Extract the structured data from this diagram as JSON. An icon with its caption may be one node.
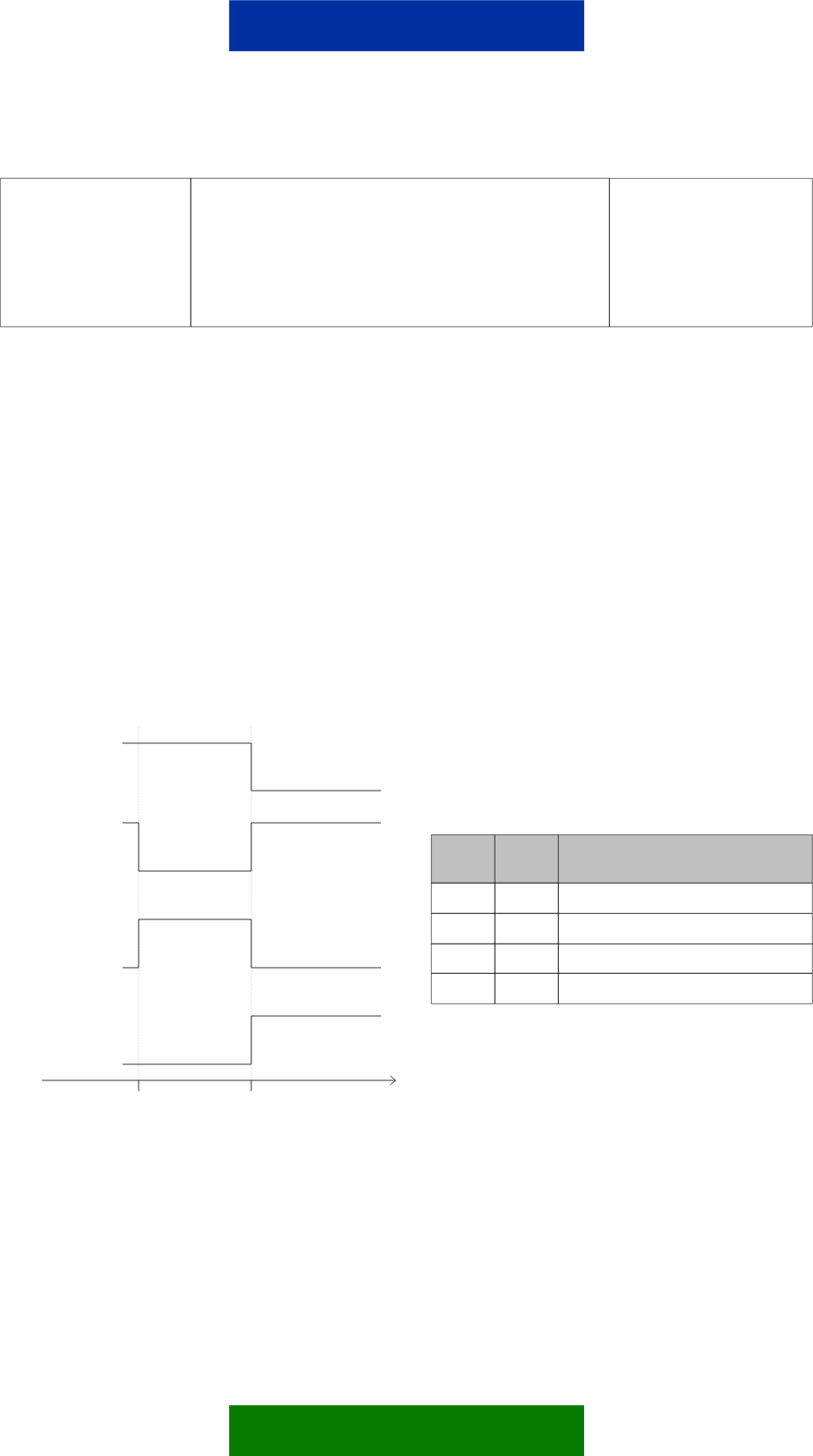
{
  "diagram": {
    "nodes": [
      {
        "text": [],
        "shape": "bar"
      },
      {
        "text": [],
        "shape": "box"
      },
      {
        "text": [],
        "shape": "box"
      },
      {
        "text": [],
        "shape": "box"
      },
      {
        "text": [],
        "shape": "box"
      },
      {
        "text": [],
        "shape": "box"
      },
      {
        "text": [],
        "shape": "box"
      },
      {
        "text": [],
        "shape": "box"
      },
      {
        "text": [],
        "shape": "box"
      },
      {
        "text": [],
        "shape": "box"
      },
      {
        "text": [],
        "shape": "box"
      },
      {
        "text": [],
        "shape": "box"
      },
      {
        "text": [],
        "shape": "box"
      },
      {
        "text": [],
        "shape": "box"
      },
      {
        "text": [],
        "shape": "box"
      },
      {
        "text": [],
        "shape": "box"
      },
      {
        "text": [],
        "shape": "box"
      },
      {
        "text": [],
        "shape": "box"
      },
      {
        "text": [],
        "shape": "box"
      },
      {
        "text": [],
        "shape": "bar"
      }
    ]
  }
}
